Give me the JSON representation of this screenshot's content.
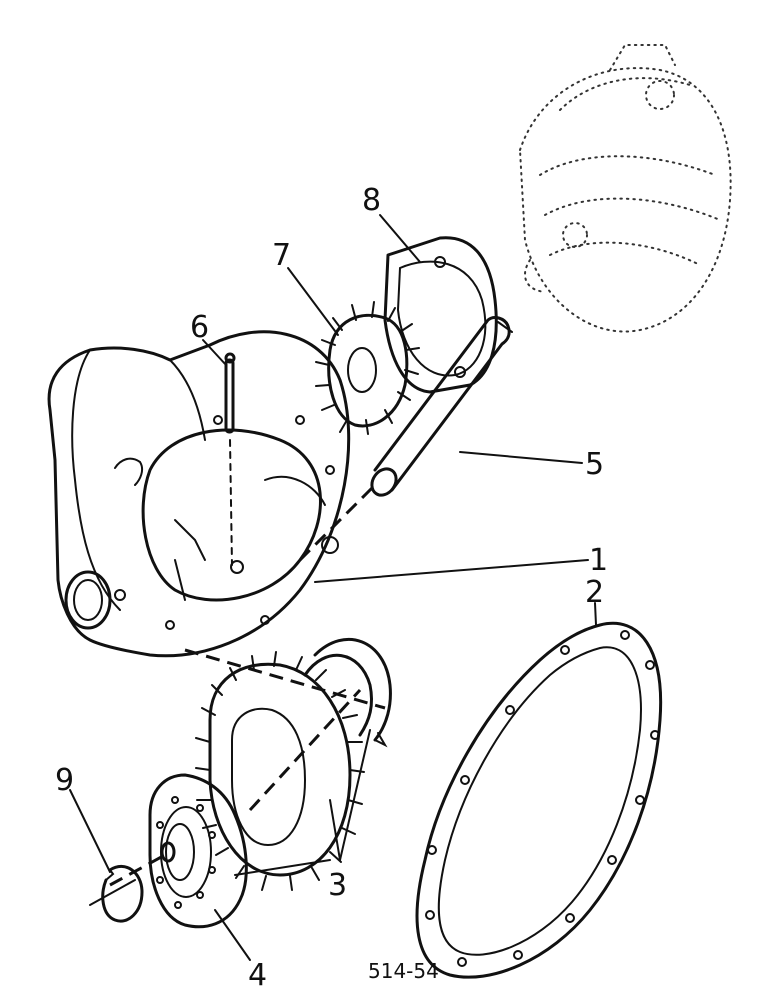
{
  "callouts": {
    "c1": "1",
    "c2": "2",
    "c3": "3",
    "c4": "4",
    "c5": "5",
    "c6": "6",
    "c7": "7",
    "c8": "8",
    "c9": "9"
  },
  "figure_code": "514-54"
}
